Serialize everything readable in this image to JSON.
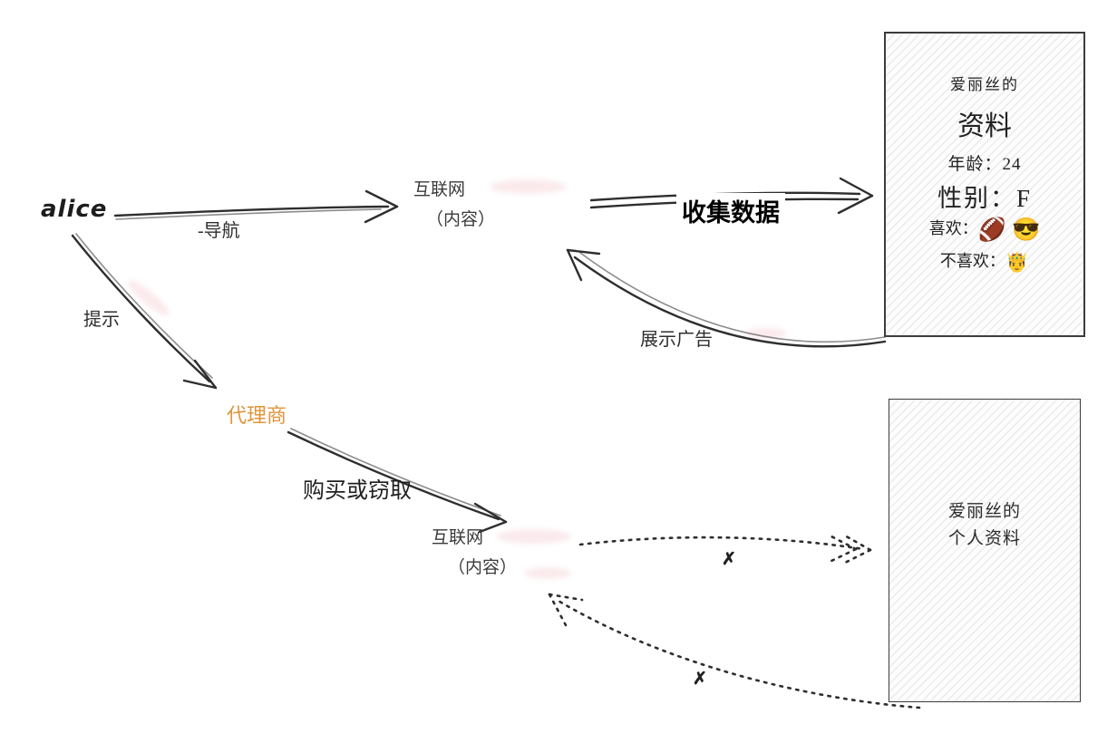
{
  "diagram": {
    "nodes": {
      "alice": "alice",
      "internet_top": {
        "title": "互联网",
        "subtitle": "（内容）"
      },
      "agent": "代理商",
      "internet_bottom": {
        "title": "互联网",
        "subtitle": "（内容）"
      }
    },
    "edges": {
      "navigate": "-导航",
      "collect_data": "收集数据",
      "show_ads": "展示广告",
      "prompt": "提示",
      "buy_or_steal": "购买或窃取",
      "cross_mark": "✗"
    },
    "profile_card": {
      "owner": "爱丽丝的",
      "title": "资料",
      "age_label": "年龄：",
      "age": "24",
      "gender_label": "性别：",
      "gender": "F",
      "likes_label": "喜欢：",
      "likes": "🏈 😎",
      "dislikes_label": "不喜欢：",
      "dislikes": "🤴"
    },
    "personal_card": {
      "line1": "爱丽丝的",
      "line2": "个人资料"
    },
    "colors": {
      "agent_text": "#e0953a",
      "stroke": "#2e2e2e"
    }
  }
}
